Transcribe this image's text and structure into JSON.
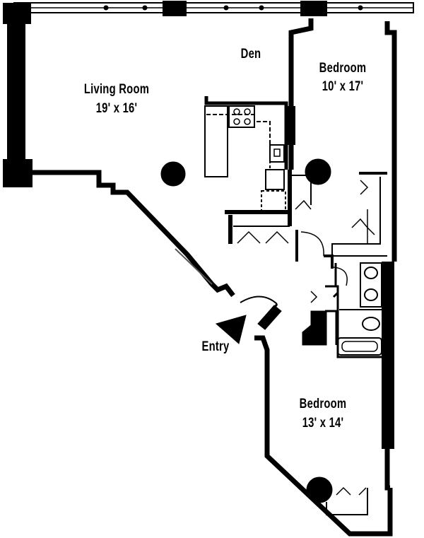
{
  "rooms": {
    "living_room": {
      "name": "Living Room",
      "dims": "19' x 16'"
    },
    "den": {
      "name": "Den"
    },
    "bedroom_1": {
      "name": "Bedroom",
      "dims": "10' x 17'"
    },
    "bedroom_2": {
      "name": "Bedroom",
      "dims": "13' x 14'"
    }
  },
  "entry": {
    "label": "Entry"
  },
  "colors": {
    "wall": "#000000",
    "background": "#ffffff",
    "fixture": "#000000"
  }
}
